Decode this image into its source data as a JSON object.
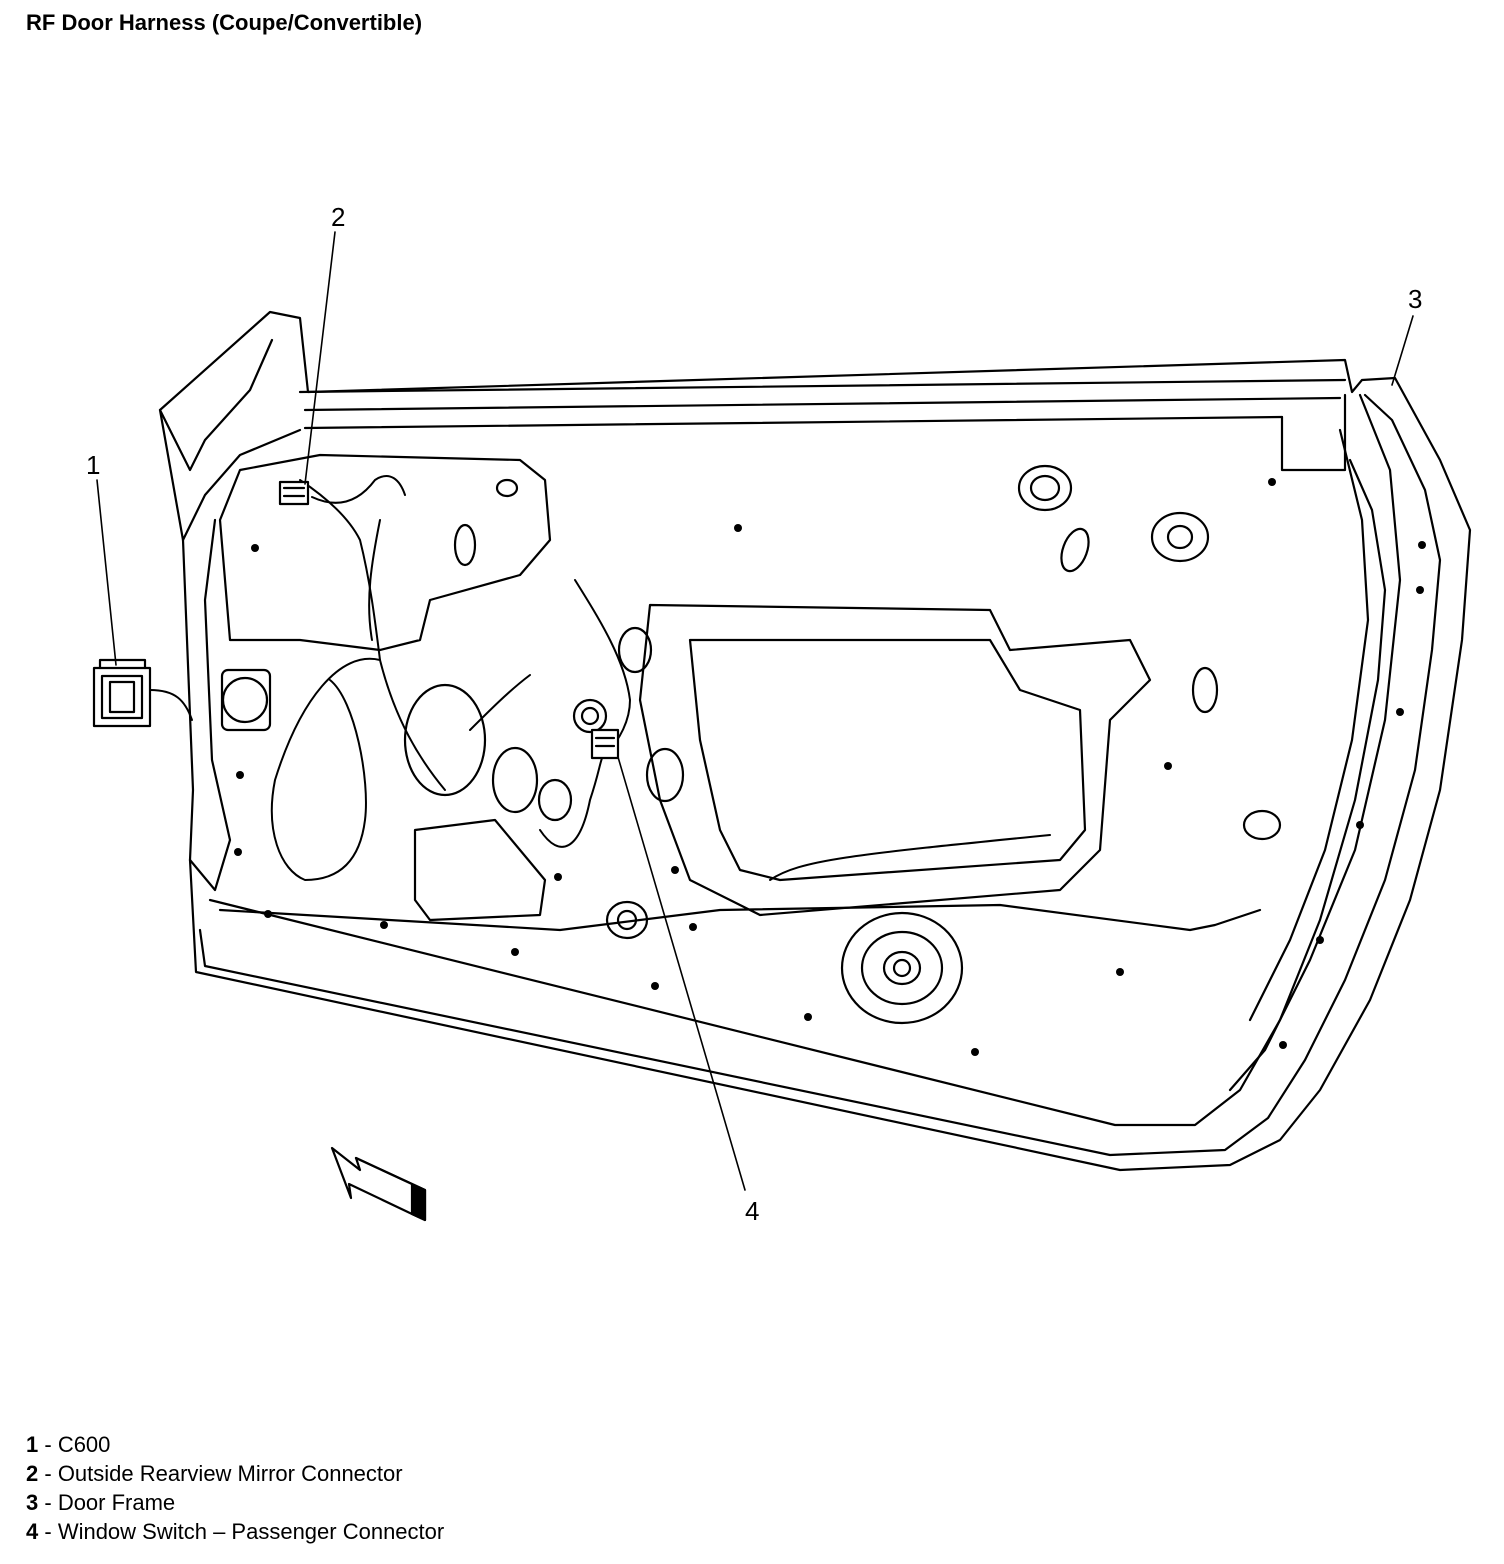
{
  "title": "RF Door Harness (Coupe/Convertible)",
  "callouts": [
    "1",
    "2",
    "3",
    "4"
  ],
  "legend": [
    {
      "number": "1",
      "separator": " - ",
      "text": "C600"
    },
    {
      "number": "2",
      "separator": " - ",
      "text": "Outside Rearview Mirror Connector"
    },
    {
      "number": "3",
      "separator": " - ",
      "text": "Door Frame"
    },
    {
      "number": "4",
      "separator": " - ",
      "text": "Window Switch – Passenger Connector"
    }
  ]
}
